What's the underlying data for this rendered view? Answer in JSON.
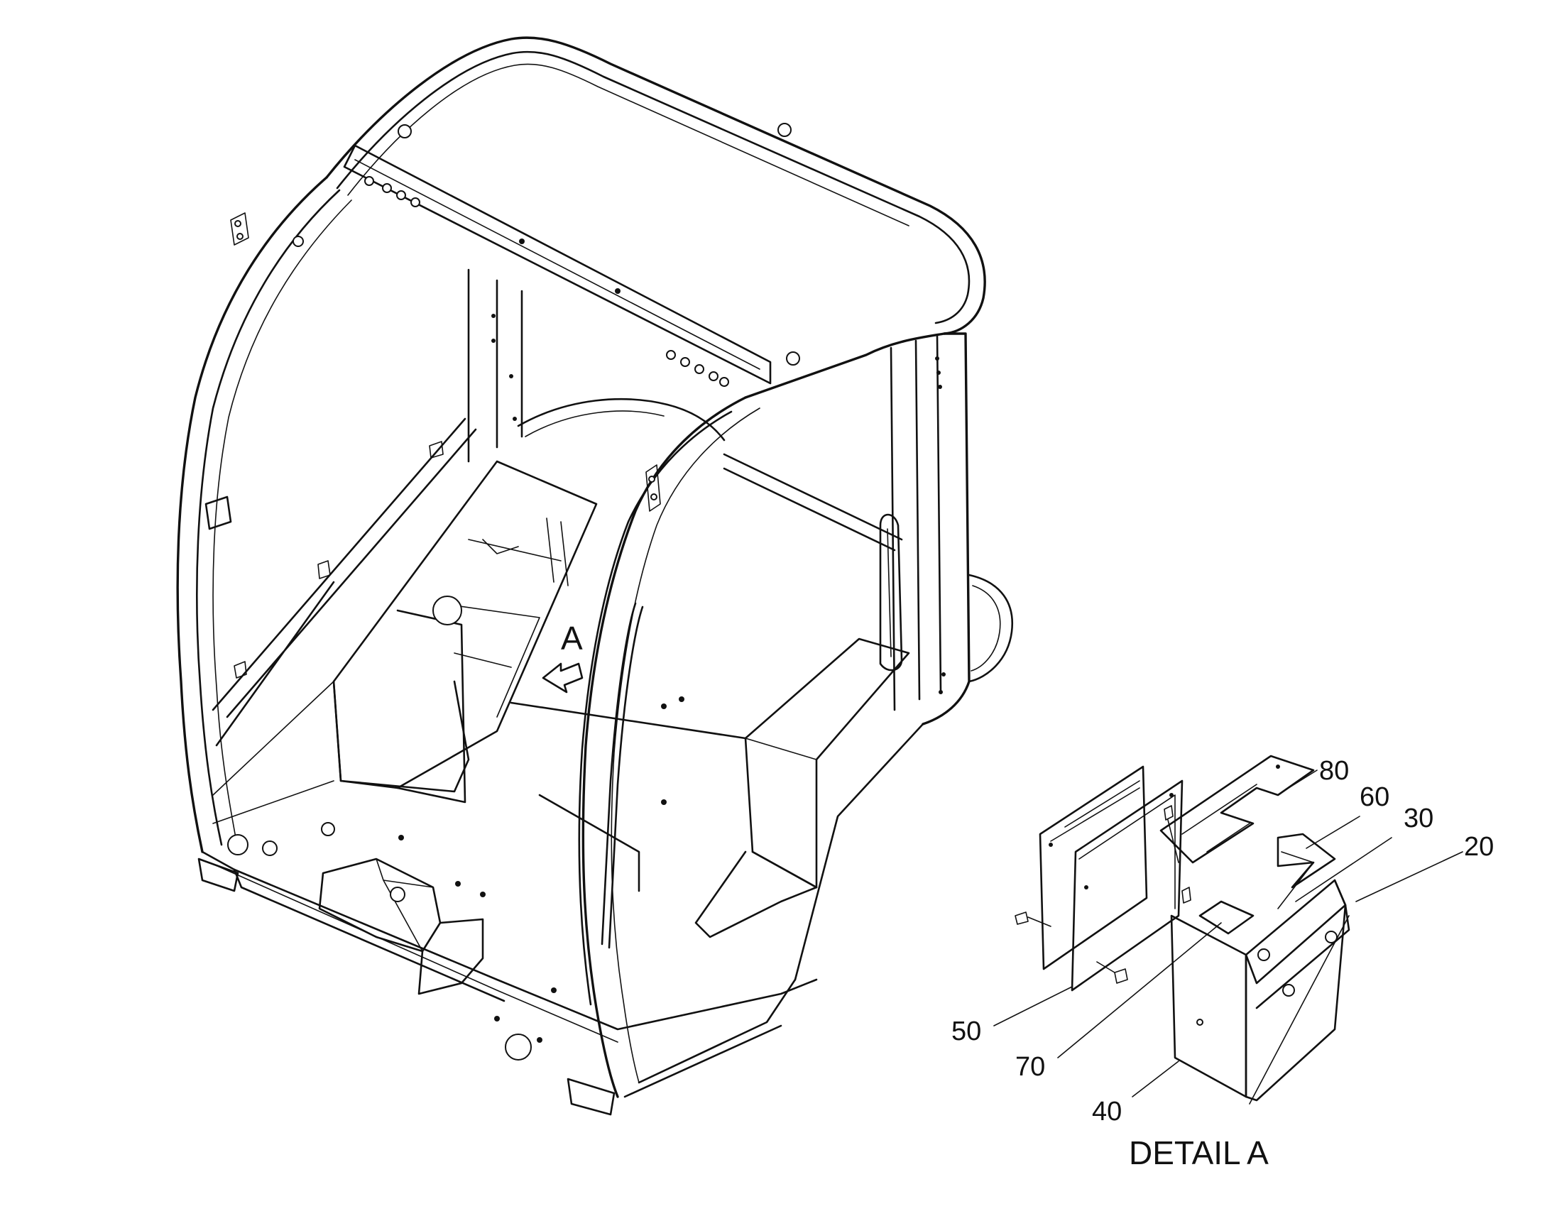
{
  "view_label": "A",
  "detail_title": "DETAIL A",
  "callouts": [
    {
      "id": "c80",
      "text": "80"
    },
    {
      "id": "c60",
      "text": "60"
    },
    {
      "id": "c30",
      "text": "30"
    },
    {
      "id": "c20",
      "text": "20"
    },
    {
      "id": "c50",
      "text": "50"
    },
    {
      "id": "c70",
      "text": "70"
    },
    {
      "id": "c40",
      "text": "40"
    }
  ],
  "colors": {
    "line": "#111111",
    "background": "#ffffff"
  }
}
